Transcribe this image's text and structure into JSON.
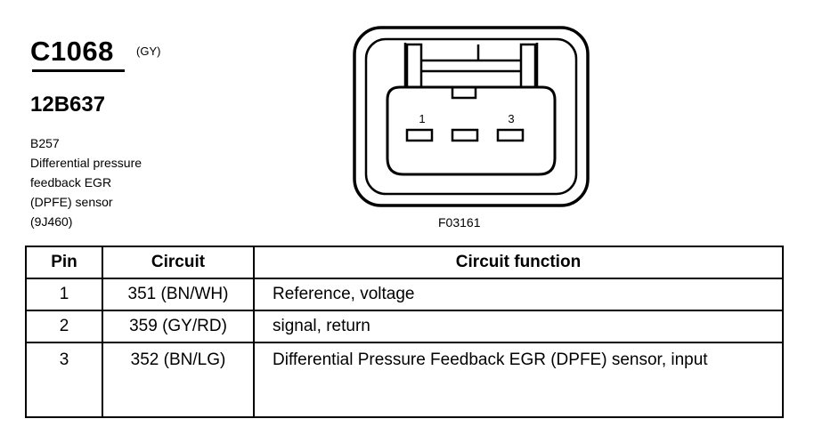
{
  "connector": {
    "id": "C1068",
    "color": "(GY)",
    "part_number": "12B637"
  },
  "description": [
    "B257",
    "Differential pressure",
    "feedback EGR",
    "(DPFE) sensor",
    "(9J460)"
  ],
  "figure": {
    "id": "F03161",
    "pin_labels": [
      "1",
      "3"
    ]
  },
  "table": {
    "headers": [
      "Pin",
      "Circuit",
      "Circuit function"
    ],
    "rows": [
      {
        "pin": "1",
        "circuit": "351 (BN/WH)",
        "function": "Reference, voltage"
      },
      {
        "pin": "2",
        "circuit": "359 (GY/RD)",
        "function": "signal, return"
      },
      {
        "pin": "3",
        "circuit": "352 (BN/LG)",
        "function": "Differential Pressure Feedback EGR (DPFE) sensor, input"
      }
    ]
  }
}
